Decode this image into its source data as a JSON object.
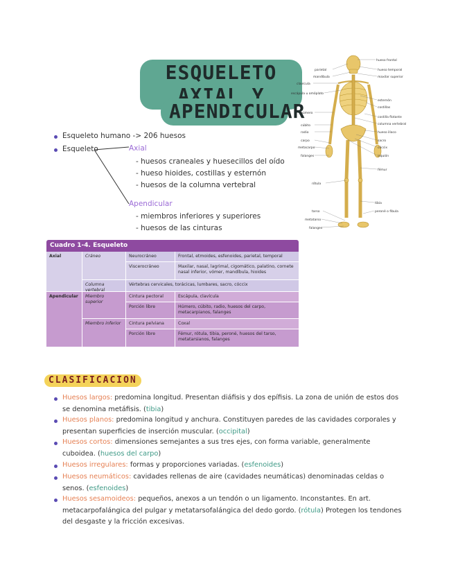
{
  "title": {
    "line1": "ESQUELETO AXIAL Y",
    "line2": "APENDICULAR"
  },
  "bullets": {
    "b1": "Esqueleto humano -> 206 huesos",
    "b2": "Esqueleto",
    "axial_label": "Axial",
    "axial_items": [
      "- huesos craneales y huesecillos del oído",
      "- hueso hioides, costillas y esternón",
      "- huesos de la columna vertebral"
    ],
    "apend_label": "Apendicular",
    "apend_items": [
      "- miembros inferiores y superiores",
      "- huesos de las cinturas"
    ]
  },
  "skeleton_labels": {
    "hueso_frontal": "hueso frontal",
    "parietal": "parietal",
    "hueso_temporal": "hueso temporal",
    "mandibula": "mandíbula",
    "maxilar_superior": "maxilar superior",
    "clavicula": "clavícula",
    "escapula": "escápula u omóplato",
    "esternon": "esternón",
    "costillas": "costillas",
    "humero": "húmero",
    "costilla_flotante": "costilla flotante",
    "columna": "columna vertebral",
    "cubito": "cúbito",
    "radio": "radio",
    "hueso_iliaco": "hueso ilíaco",
    "carpo": "carpo",
    "sacro": "sacro",
    "metacarpo": "metacarpo",
    "coccix": "cóccix",
    "falanges_mano": "falanges",
    "isquion": "isquión",
    "femur": "fémur",
    "rotula": "rótula",
    "tibia": "tibia",
    "tarso": "tarso",
    "perone": "peroné o fíbula",
    "metatarso": "metatarso",
    "falanges_pie": "falanges"
  },
  "table": {
    "title": "Cuadro 1-4. Esqueleto",
    "axial": "Axial",
    "craneo": "Cráneo",
    "neurocraneo": "Neurocráneo",
    "neurocraneo_val": "Frontal, etmoides, esfenoides, parietal, temporal",
    "viscerocraneo": "Viscerocráneo",
    "viscerocraneo_val": "Maxilar, nasal, lagrimal, cigomático, palatino, cornete nasal inferior, vómer, mandíbula, hioides",
    "columna": "Columna vertebral",
    "columna_val": "Vértebras cervicales, torácicas, lumbares, sacro, cóccix",
    "apendicular": "Apendicular",
    "miembro_sup": "Miembro superior",
    "cintura_pectoral": "Cintura pectoral",
    "cintura_pectoral_val": "Escápula, clavícula",
    "porcion_libre1": "Porción libre",
    "porcion_libre1_val": "Húmero, cúbito, radio, huesos del carpo, metacarpianos, falanges",
    "miembro_inf": "Miembro inferior",
    "cintura_pelviana": "Cintura pelviana",
    "cintura_pelviana_val": "Coxal",
    "porcion_libre2": "Porción libre",
    "porcion_libre2_val": "Fémur, rótula, tibia, peroné, huesos del tarso, metatarsianos, falanges"
  },
  "clasificacion": {
    "title": "CLASIFICACION",
    "items": [
      {
        "term": "Huesos largos:",
        "text": " predomina longitud. Presentan diáfisis y dos epífisis. La zona de unión de estos dos se denomina metáfisis. (",
        "ex": "tibia",
        "end": ")"
      },
      {
        "term": "Huesos planos:",
        "text": " predomina longitud y anchura. Constituyen paredes de las cavidades corporales y presentan superficies de inserción muscular. (",
        "ex": "occipital",
        "end": ")"
      },
      {
        "term": "Huesos cortos:",
        "text": " dimensiones semejantes a sus tres ejes, con forma variable, generalmente cuboidea. (",
        "ex": "huesos del carpo",
        "end": ")"
      },
      {
        "term": "Huesos irregulares:",
        "text": " formas y proporciones variadas. (",
        "ex": "esfenoides",
        "end": ")"
      },
      {
        "term": "Huesos neumáticos:",
        "text": " cavidades rellenas de aire (cavidades neumáticas) denominadas celdas o senos. (",
        "ex": "esfenoides",
        "end": ")"
      },
      {
        "term": "Huesos sesamoideos:",
        "text": " pequeños, anexos a un tendón o un ligamento. Inconstantes. En art. metacarpofalángica del pulgar y metatarsofalángica del dedo gordo. (",
        "ex": "rótula",
        "end": ") Protegen los tendones del desgaste y la fricción excesivas."
      }
    ]
  },
  "colors": {
    "title_bg": "#5fa792",
    "accent_violet": "#9b6bd6",
    "table_head": "#8e4aa0",
    "clas_bg": "#f4d35a",
    "term": "#e57f52",
    "example": "#3f9a86"
  }
}
